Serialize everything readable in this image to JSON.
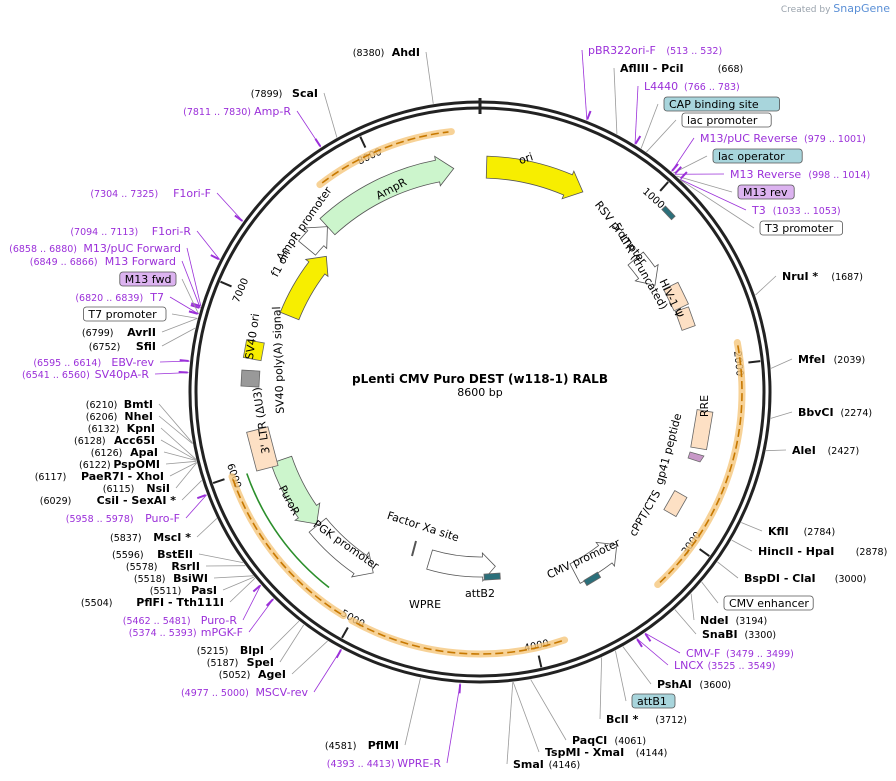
{
  "brand": {
    "prefix": "Created by",
    "name": "SnapGene"
  },
  "plasmid": {
    "name": "pLenti CMV Puro DEST (w118-1) RALB",
    "size": "8600 bp",
    "length": 8600
  },
  "colors": {
    "backbone": "#222222",
    "feature_label": "#9b30d9",
    "ori": "#f7ee00",
    "ampr": "#ccf5cc",
    "puror": "#ccf5cc",
    "promoter": "#ffffff",
    "ltr": "#fde0c4",
    "orf_highlight": "#f5c77d",
    "attb": "#2b6f7a",
    "box_blue": "#a8d5dc",
    "box_purple": "#dcb3f0"
  },
  "ticks": [
    "1000",
    "2000",
    "3000",
    "4000",
    "5000",
    "6000",
    "7000",
    "8000"
  ],
  "feature_labels": [
    {
      "name": "ori",
      "key": "ori"
    },
    {
      "name": "AmpR",
      "key": "ampr"
    },
    {
      "name": "AmpR promoter",
      "key": "amprp"
    },
    {
      "name": "f1 ori",
      "key": "f1ori"
    },
    {
      "name": "SV40 ori",
      "key": "sv40ori"
    },
    {
      "name": "SV40 poly(A) signal",
      "key": "sv40pa"
    },
    {
      "name": "3' LTR (ΔU3)",
      "key": "ltr3"
    },
    {
      "name": "PuroR",
      "key": "puror"
    },
    {
      "name": "PGK promoter",
      "key": "pgk"
    },
    {
      "name": "Factor Xa site",
      "key": "fxa"
    },
    {
      "name": "WPRE",
      "key": "wpre"
    },
    {
      "name": "attB2",
      "key": "attb2"
    },
    {
      "name": "CMV promoter",
      "key": "cmv"
    },
    {
      "name": "cPPT/CTS",
      "key": "cppt"
    },
    {
      "name": "gp41 peptide",
      "key": "gp41"
    },
    {
      "name": "RRE",
      "key": "rre"
    },
    {
      "name": "HIV-1 Ψ",
      "key": "hiv"
    },
    {
      "name": "5' LTR (truncated)",
      "key": "ltr5"
    },
    {
      "name": "RSV promoter",
      "key": "rsv"
    }
  ],
  "left_labels": [
    {
      "pos": "(8380)",
      "name": "AhdI",
      "type": "enz"
    },
    {
      "pos": "(7899)",
      "name": "ScaI",
      "type": "enz"
    },
    {
      "pos": "(7811 .. 7830)",
      "name": "Amp-R",
      "type": "feat"
    },
    {
      "pos": "(7304 .. 7325)",
      "name": "F1ori-F",
      "type": "feat"
    },
    {
      "pos": "(7094 .. 7113)",
      "name": "F1ori-R",
      "type": "feat"
    },
    {
      "pos": "(6858 .. 6880)",
      "name": "M13/pUC Forward",
      "type": "feat"
    },
    {
      "pos": "(6849 .. 6866)",
      "name": "M13 Forward",
      "type": "feat"
    },
    {
      "pos": "",
      "name": "M13 fwd",
      "type": "box-purple"
    },
    {
      "pos": "(6820 .. 6839)",
      "name": "T7",
      "type": "feat"
    },
    {
      "pos": "",
      "name": "T7 promoter",
      "type": "box-white"
    },
    {
      "pos": "(6799)",
      "name": "AvrII",
      "type": "enz"
    },
    {
      "pos": "(6752)",
      "name": "SfiI",
      "type": "enz"
    },
    {
      "pos": "(6595 .. 6614)",
      "name": "EBV-rev",
      "type": "feat"
    },
    {
      "pos": "(6541 .. 6560)",
      "name": "SV40pA-R",
      "type": "feat"
    },
    {
      "pos": "(6210)",
      "name": "BmtI",
      "type": "enz"
    },
    {
      "pos": "(6206)",
      "name": "NheI",
      "type": "enz"
    },
    {
      "pos": "(6132)",
      "name": "KpnI",
      "type": "enz"
    },
    {
      "pos": "(6128)",
      "name": "Acc65I",
      "type": "enz"
    },
    {
      "pos": "(6126)",
      "name": "ApaI",
      "type": "enz"
    },
    {
      "pos": "(6122)",
      "name": "PspOMI",
      "type": "enz"
    },
    {
      "pos": "(6117)",
      "name": "PaeR7I - XhoI",
      "type": "enz"
    },
    {
      "pos": "(6115)",
      "name": "NsiI",
      "type": "enz"
    },
    {
      "pos": "(6029)",
      "name": "CsiI - SexAI *",
      "type": "enz"
    },
    {
      "pos": "(5958 .. 5978)",
      "name": "Puro-F",
      "type": "feat"
    },
    {
      "pos": "(5837)",
      "name": "MscI *",
      "type": "enz"
    },
    {
      "pos": "(5596)",
      "name": "BstEII",
      "type": "enz"
    },
    {
      "pos": "(5578)",
      "name": "RsrII",
      "type": "enz"
    },
    {
      "pos": "(5518)",
      "name": "BsiWI",
      "type": "enz"
    },
    {
      "pos": "(5511)",
      "name": "PasI",
      "type": "enz"
    },
    {
      "pos": "(5504)",
      "name": "PflFI - Tth111I",
      "type": "enz"
    },
    {
      "pos": "(5462 .. 5481)",
      "name": "Puro-R",
      "type": "feat"
    },
    {
      "pos": "(5374 .. 5393)",
      "name": "mPGK-F",
      "type": "feat"
    },
    {
      "pos": "(5215)",
      "name": "BlpI",
      "type": "enz"
    },
    {
      "pos": "(5187)",
      "name": "SpeI",
      "type": "enz"
    },
    {
      "pos": "(5052)",
      "name": "AgeI",
      "type": "enz"
    },
    {
      "pos": "(4977 .. 5000)",
      "name": "MSCV-rev",
      "type": "feat"
    },
    {
      "pos": "(4581)",
      "name": "PflMI",
      "type": "enz"
    },
    {
      "pos": "(4393 .. 4413)",
      "name": "WPRE-R",
      "type": "feat"
    }
  ],
  "right_labels": [
    {
      "pos": "(513 .. 532)",
      "name": "pBR322ori-F",
      "type": "feat"
    },
    {
      "pos": "(668)",
      "name": "AflIII - PciI",
      "type": "enz"
    },
    {
      "pos": "(766 .. 783)",
      "name": "L4440",
      "type": "feat"
    },
    {
      "pos": "",
      "name": "CAP binding site",
      "type": "box-blue"
    },
    {
      "pos": "",
      "name": "lac promoter",
      "type": "box-white"
    },
    {
      "pos": "(979 .. 1001)",
      "name": "M13/pUC Reverse",
      "type": "feat"
    },
    {
      "pos": "",
      "name": "lac operator",
      "type": "box-blue"
    },
    {
      "pos": "(998 .. 1014)",
      "name": "M13 Reverse",
      "type": "feat"
    },
    {
      "pos": "",
      "name": "M13 rev",
      "type": "box-purple"
    },
    {
      "pos": "(1033 .. 1053)",
      "name": "T3",
      "type": "feat"
    },
    {
      "pos": "",
      "name": "T3 promoter",
      "type": "box-white"
    },
    {
      "pos": "(1687)",
      "name": "NruI *",
      "type": "enz"
    },
    {
      "pos": "(2039)",
      "name": "MfeI",
      "type": "enz"
    },
    {
      "pos": "(2274)",
      "name": "BbvCI",
      "type": "enz"
    },
    {
      "pos": "(2427)",
      "name": "AleI",
      "type": "enz"
    },
    {
      "pos": "(2784)",
      "name": "KflI",
      "type": "enz"
    },
    {
      "pos": "(2878)",
      "name": "HincII - HpaI",
      "type": "enz"
    },
    {
      "pos": "(3000)",
      "name": "BspDI - ClaI",
      "type": "enz"
    },
    {
      "pos": "",
      "name": "CMV enhancer",
      "type": "box-white"
    },
    {
      "pos": "(3194)",
      "name": "NdeI",
      "type": "enz"
    },
    {
      "pos": "(3300)",
      "name": "SnaBI",
      "type": "enz"
    },
    {
      "pos": "(3479 .. 3499)",
      "name": "CMV-F",
      "type": "feat"
    },
    {
      "pos": "(3525 .. 3549)",
      "name": "LNCX",
      "type": "feat"
    },
    {
      "pos": "(3600)",
      "name": "PshAI",
      "type": "enz"
    },
    {
      "pos": "",
      "name": "attB1",
      "type": "box-blue"
    },
    {
      "pos": "(3712)",
      "name": "BclI *",
      "type": "enz"
    },
    {
      "pos": "(4061)",
      "name": "PaqCI",
      "type": "enz"
    },
    {
      "pos": "(4144)",
      "name": "TspMI - XmaI",
      "type": "enz"
    },
    {
      "pos": "(4146)",
      "name": "SmaI",
      "type": "enz"
    }
  ]
}
